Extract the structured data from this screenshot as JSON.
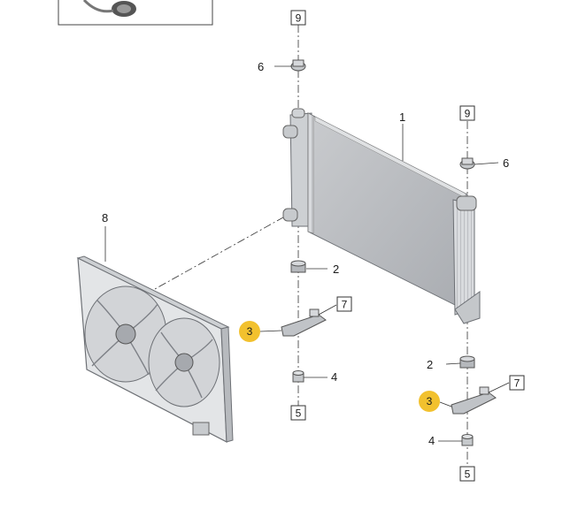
{
  "diagram": {
    "callouts": {
      "radiator": "1",
      "mount_upper_left": "6",
      "mount_upper_right": "6",
      "lower_mount_left": "2",
      "lower_mount_right": "2",
      "bracket_left": "3",
      "bracket_right": "3",
      "bushing_left": "4",
      "bushing_right": "4",
      "fan_shroud": "8"
    },
    "ref_boxes": {
      "top_left": "9",
      "top_right": "9",
      "bracket_left": "7",
      "bracket_right": "7",
      "bottom_left": "5",
      "bottom_right": "5"
    },
    "colors": {
      "highlight": "#f2c12e",
      "line": "#333333",
      "part_fill": "#cfd1d4",
      "part_dark": "#8d9096",
      "core_fill": "#b9bcc0"
    }
  }
}
